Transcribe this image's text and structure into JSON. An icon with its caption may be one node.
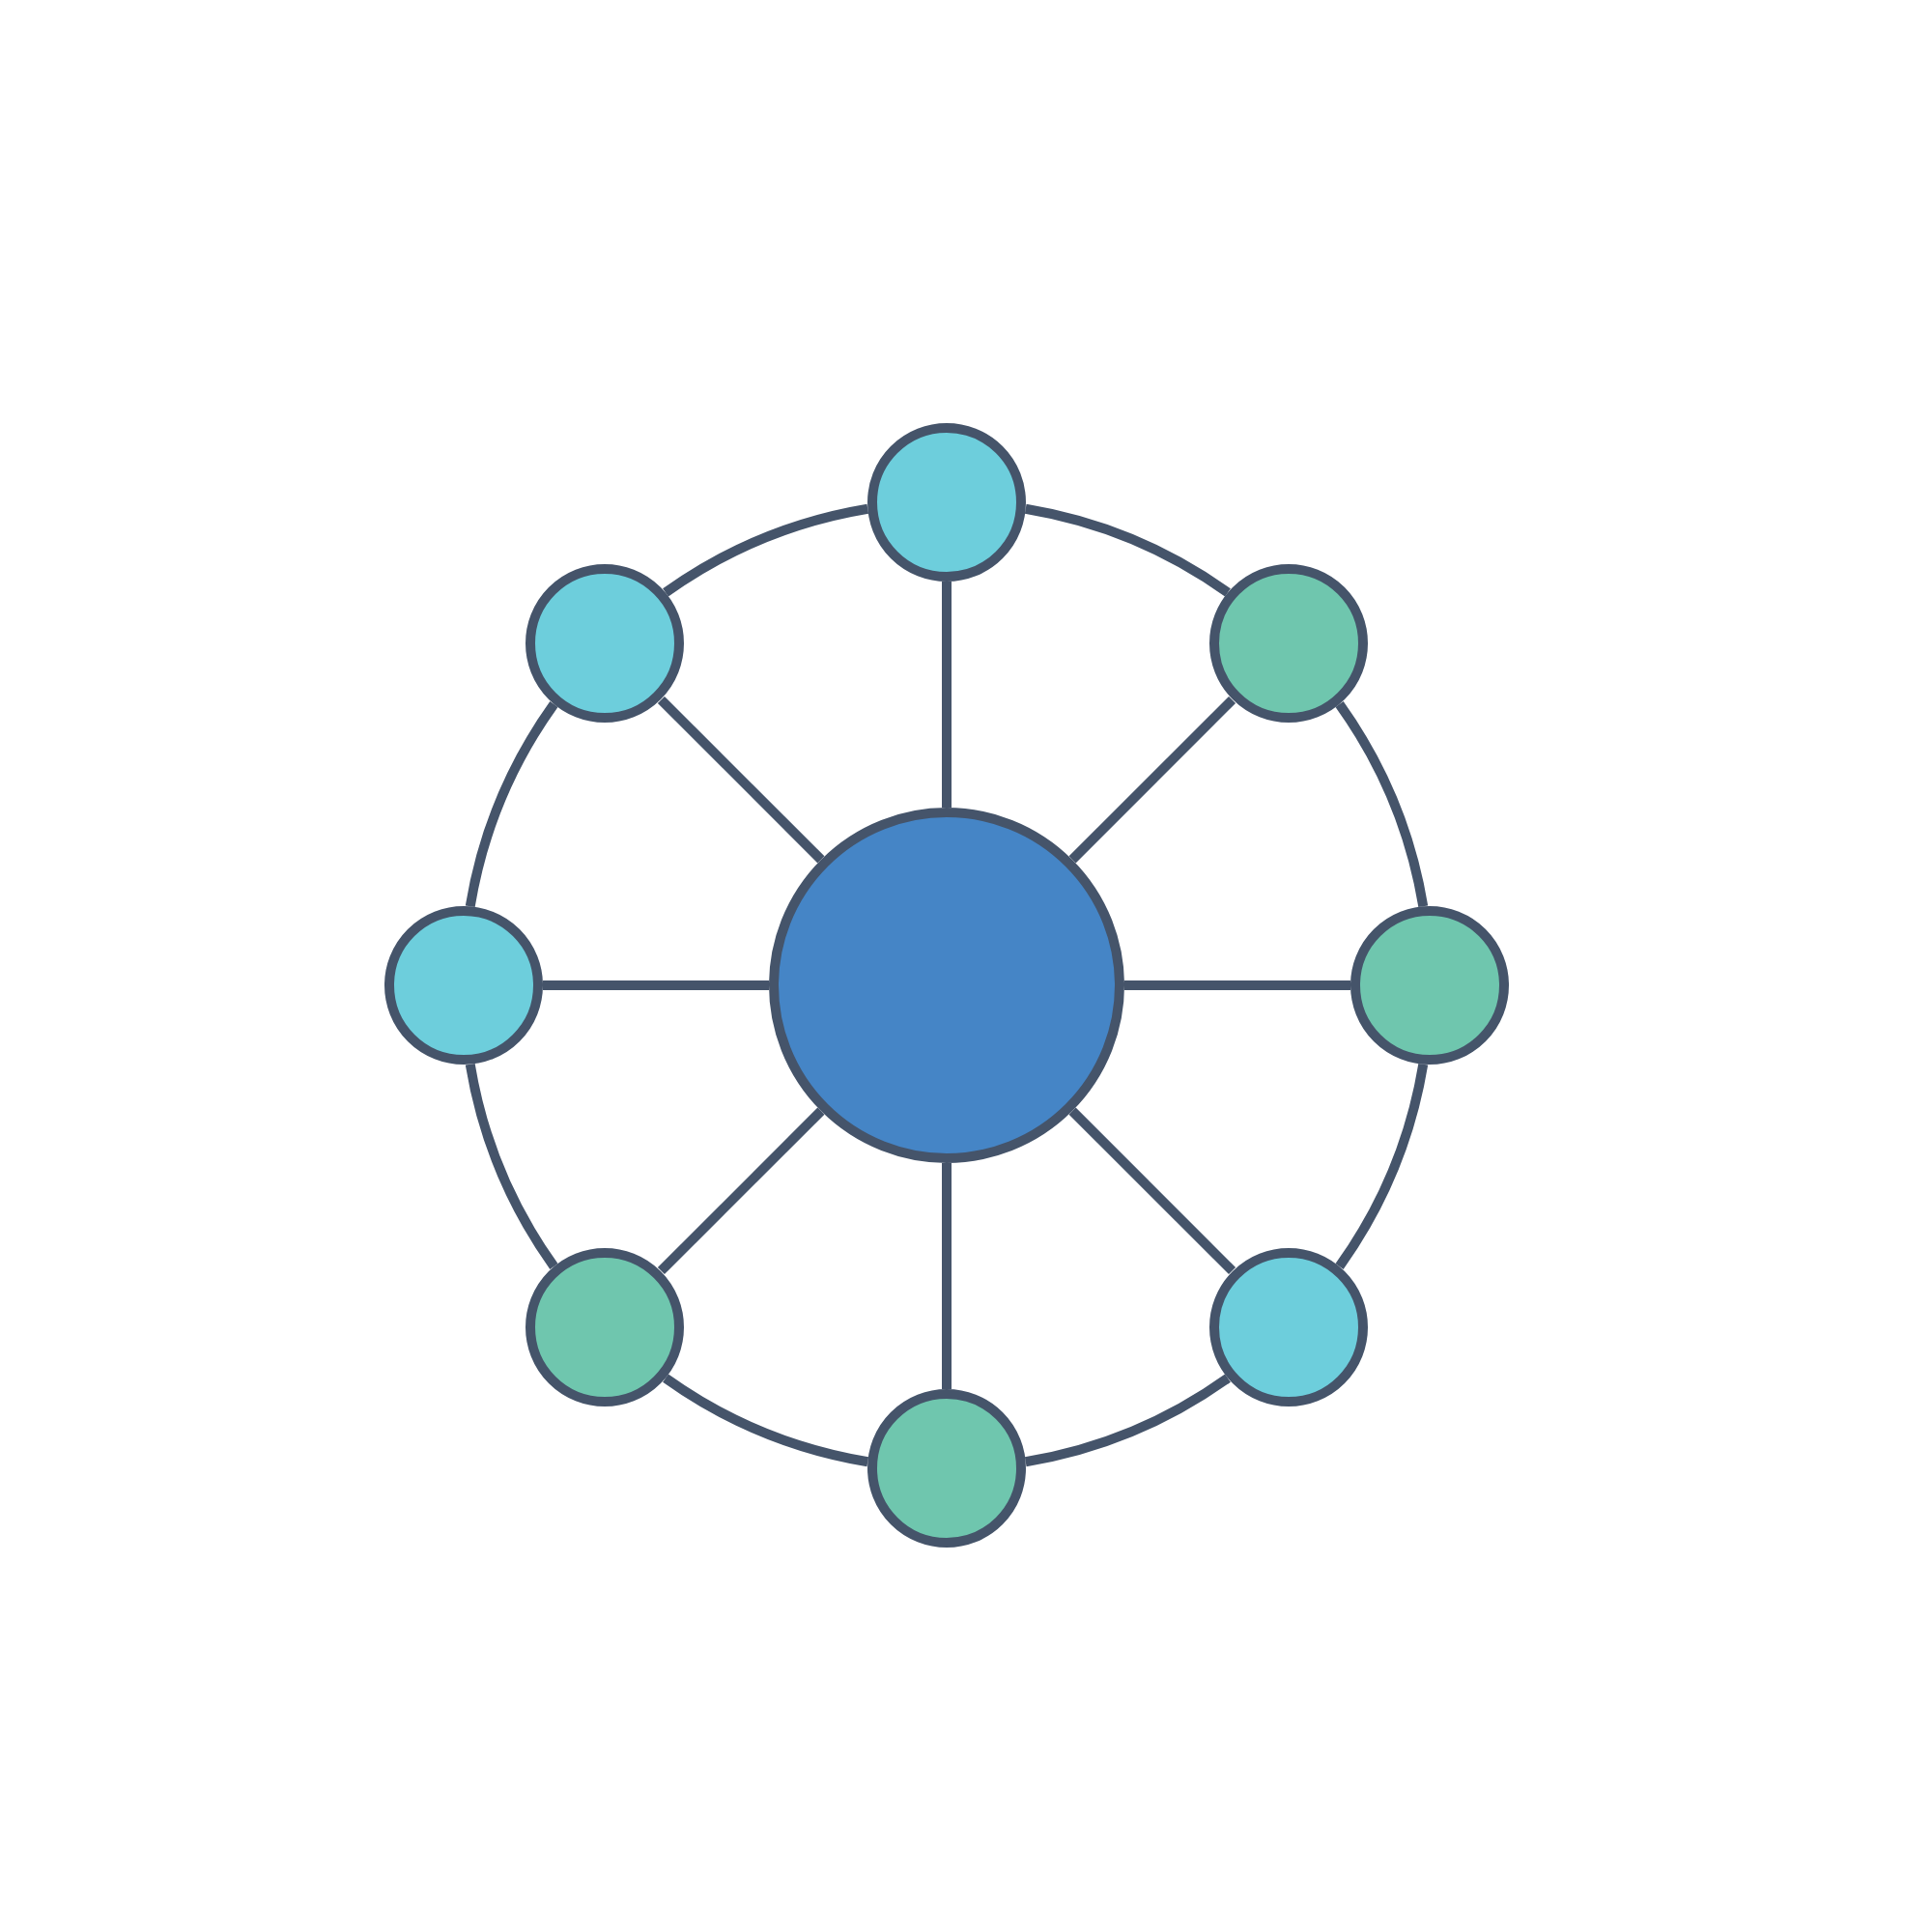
{
  "diagram": {
    "nodes": [
      {
        "text": [],
        "shape": "circle"
      },
      {
        "text": [],
        "shape": "circle"
      },
      {
        "text": [],
        "shape": "circle"
      },
      {
        "text": [],
        "shape": "circle"
      },
      {
        "text": [],
        "shape": "circle"
      },
      {
        "text": [],
        "shape": "circle"
      },
      {
        "text": [],
        "shape": "circle"
      },
      {
        "text": [],
        "shape": "circle"
      },
      {
        "text": [],
        "shape": "circle"
      }
    ],
    "edges": [
      {
        "from": 4,
        "to": 0,
        "arrow": "none"
      },
      {
        "from": 4,
        "to": 2,
        "arrow": "none"
      },
      {
        "from": 4,
        "to": 5,
        "arrow": "none"
      },
      {
        "from": 4,
        "to": 7,
        "arrow": "none"
      },
      {
        "from": 4,
        "to": 8,
        "arrow": "none"
      },
      {
        "from": 4,
        "to": 6,
        "arrow": "none"
      },
      {
        "from": 4,
        "to": 3,
        "arrow": "none"
      },
      {
        "from": 4,
        "to": 1,
        "arrow": "none"
      },
      {
        "from": 0,
        "to": 2,
        "arrow": "none"
      },
      {
        "from": 2,
        "to": 5,
        "arrow": "none"
      },
      {
        "from": 5,
        "to": 7,
        "arrow": "none"
      },
      {
        "from": 7,
        "to": 8,
        "arrow": "none"
      },
      {
        "from": 8,
        "to": 6,
        "arrow": "none"
      },
      {
        "from": 6,
        "to": 3,
        "arrow": "none"
      },
      {
        "from": 3,
        "to": 1,
        "arrow": "none"
      },
      {
        "from": 1,
        "to": 0,
        "arrow": "none"
      }
    ]
  }
}
